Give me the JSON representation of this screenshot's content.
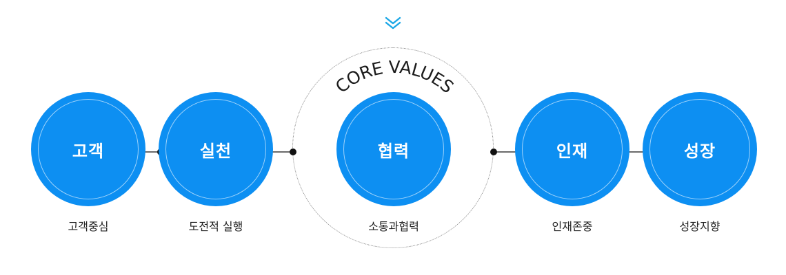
{
  "header": {
    "icon": "double-chevron-down-icon",
    "accent_color": "#1aa7e6"
  },
  "core_values": {
    "arc_title": "CORE VALUES",
    "items": [
      {
        "label": "고객",
        "caption": "고객중심"
      },
      {
        "label": "실천",
        "caption": "도전적 실행"
      },
      {
        "label": "협력",
        "caption": "소통과협력"
      },
      {
        "label": "인재",
        "caption": "인재존중"
      },
      {
        "label": "성장",
        "caption": "성장지향"
      }
    ]
  },
  "colors": {
    "circle": "#0d8ff2",
    "connector": "#111111",
    "ring": "#8a8a8a"
  }
}
